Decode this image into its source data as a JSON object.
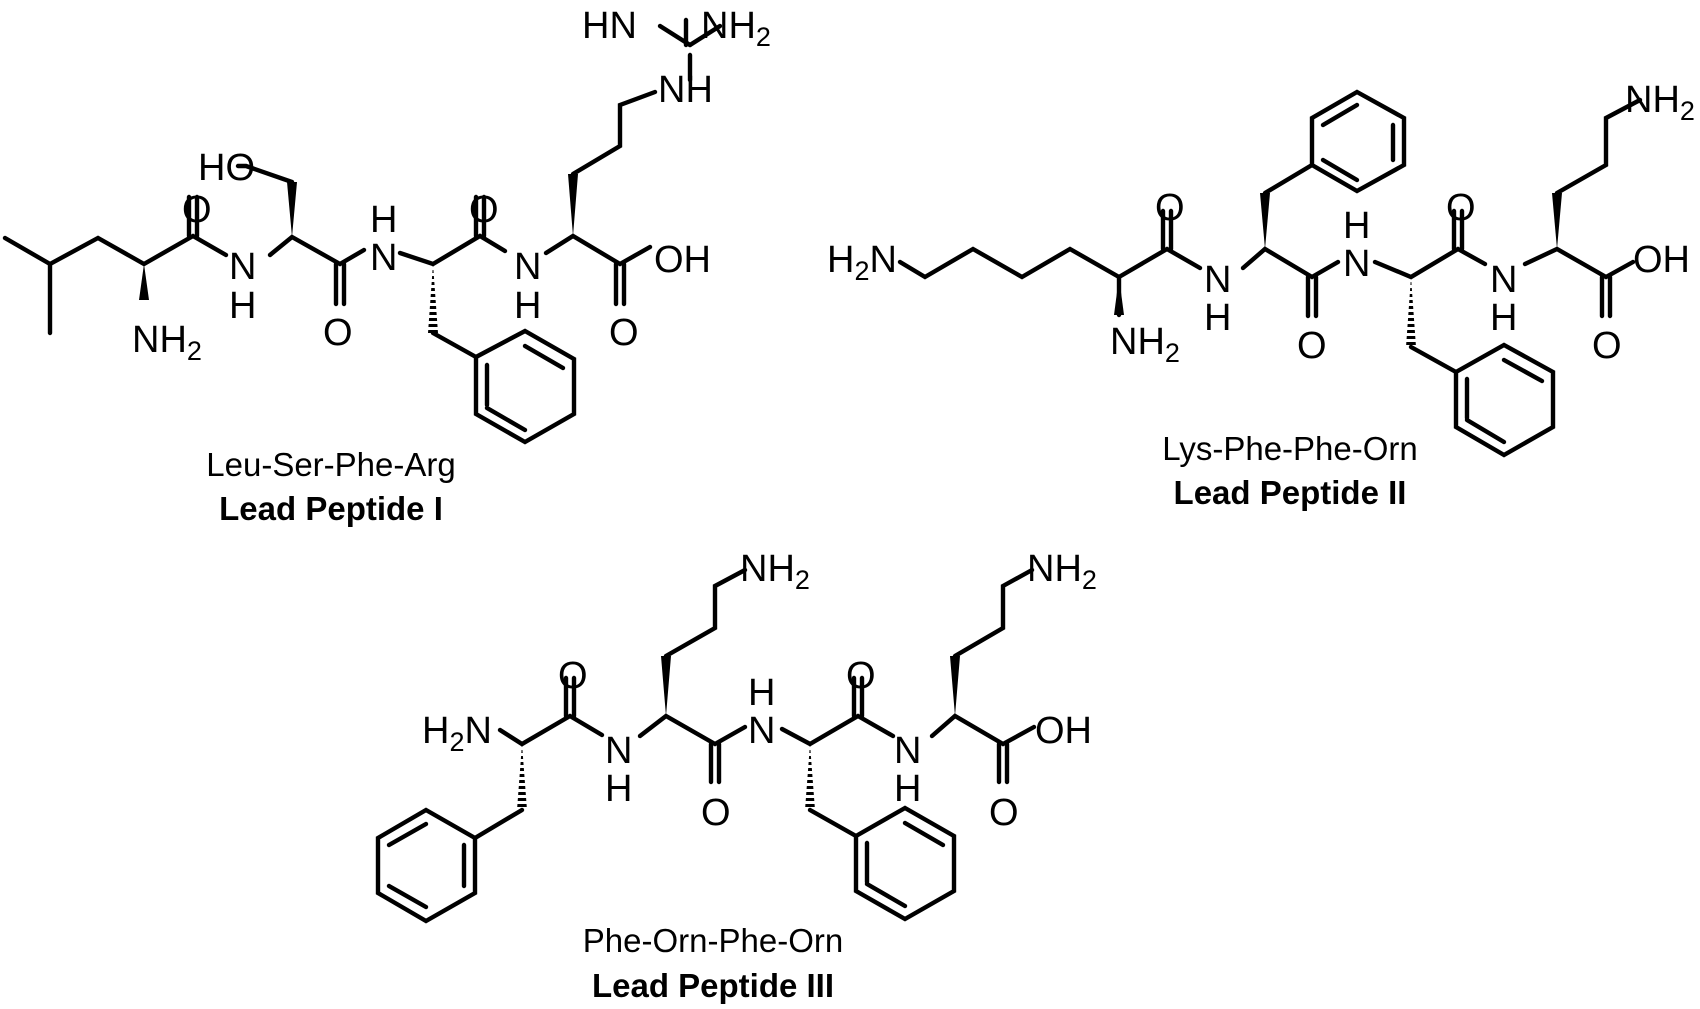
{
  "atoms": {
    "oxygen": "O",
    "hydroxyl": "HO",
    "acid_oh": "OH",
    "amine_n": "N",
    "amine_h": "H",
    "amino": "NH",
    "amino_sub": "2",
    "h2n_h": "H",
    "h2n_sub": "2",
    "h2n_n": "N",
    "guan_hn": "HN",
    "nh": "NH"
  },
  "peptides": [
    {
      "sequence": "Leu-Ser-Phe-Arg",
      "name": "Lead Peptide I"
    },
    {
      "sequence": "Lys-Phe-Phe-Orn",
      "name": "Lead Peptide II"
    },
    {
      "sequence": "Phe-Orn-Phe-Orn",
      "name": "Lead Peptide III"
    }
  ]
}
